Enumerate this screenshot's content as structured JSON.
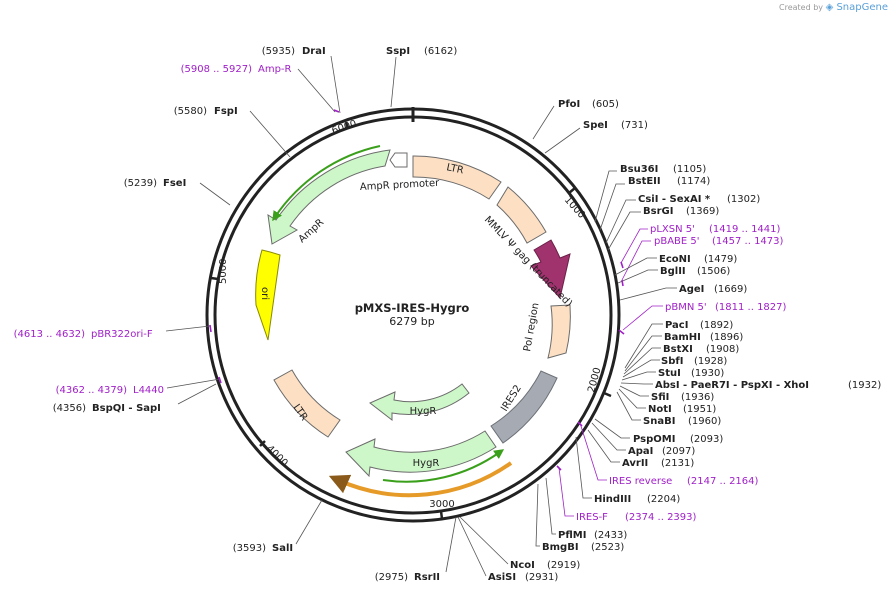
{
  "branding": {
    "created_by": "Created by",
    "app_name": "SnapGene"
  },
  "plasmid": {
    "name": "pMXS-IRES-Hygro",
    "size": "6279 bp",
    "length": 6279
  },
  "ticks": [
    "1000",
    "2000",
    "3000",
    "4000",
    "5000",
    "6000"
  ],
  "colors": {
    "backbone": "#222222",
    "feature_orange": "#fde0c4",
    "feature_green": "#cdf7c8",
    "feature_yellow": "#ffff00",
    "feature_maroon": "#a0336e",
    "feature_gray": "#a6abb3",
    "primer": "#a020c8",
    "primer_bar_green": "#3a9f1a",
    "primer_bar_orange": "#e69a28"
  },
  "features": [
    {
      "label": "LTR",
      "color": "orange"
    },
    {
      "label": "MMLV Ψ gag (truncated)",
      "color": "orange"
    },
    {
      "label": "gag (truncated)",
      "color": "maroon"
    },
    {
      "label": "Pol region",
      "color": "orange"
    },
    {
      "label": "IRES2",
      "color": "gray"
    },
    {
      "label": "HygR",
      "color": "green"
    },
    {
      "label": "HygR",
      "color": "green"
    },
    {
      "label": "LTR",
      "color": "orange"
    },
    {
      "label": "ori",
      "color": "yellow"
    },
    {
      "label": "AmpR",
      "color": "green"
    },
    {
      "label": "AmpR promoter",
      "color": "white"
    }
  ],
  "sites": [
    {
      "pos": "(5935)",
      "name": "DraI",
      "kind": "enzyme"
    },
    {
      "pos": "(5908 .. 5927)",
      "name": "Amp-R",
      "kind": "primer"
    },
    {
      "pos": "(5580)",
      "name": "FspI",
      "kind": "enzyme"
    },
    {
      "pos": "(5239)",
      "name": "FseI",
      "kind": "enzyme"
    },
    {
      "pos": "(4613 .. 4632)",
      "name": "pBR322ori-F",
      "kind": "primer"
    },
    {
      "pos": "(4362 .. 4379)",
      "name": "L4440",
      "kind": "primer"
    },
    {
      "pos": "(4356)",
      "name": "BspQI - SapI",
      "kind": "enzyme"
    },
    {
      "pos": "(3593)",
      "name": "SalI",
      "kind": "enzyme"
    },
    {
      "pos": "(2975)",
      "name": "RsrII",
      "kind": "enzyme"
    },
    {
      "name": "SspI",
      "pos": "(6162)",
      "kind": "enzyme"
    },
    {
      "name": "PfoI",
      "pos": "(605)",
      "kind": "enzyme"
    },
    {
      "name": "SpeI",
      "pos": "(731)",
      "kind": "enzyme"
    },
    {
      "name": "Bsu36I",
      "pos": "(1105)",
      "kind": "enzyme"
    },
    {
      "name": "BstEII",
      "pos": "(1174)",
      "kind": "enzyme"
    },
    {
      "name": "CsiI - SexAI *",
      "pos": "(1302)",
      "kind": "enzyme"
    },
    {
      "name": "BsrGI",
      "pos": "(1369)",
      "kind": "enzyme"
    },
    {
      "name": "pLXSN 5'",
      "pos": "(1419 .. 1441)",
      "kind": "primer"
    },
    {
      "name": "pBABE 5'",
      "pos": "(1457 .. 1473)",
      "kind": "primer"
    },
    {
      "name": "EcoNI",
      "pos": "(1479)",
      "kind": "enzyme"
    },
    {
      "name": "BglII",
      "pos": "(1506)",
      "kind": "enzyme"
    },
    {
      "name": "AgeI",
      "pos": "(1669)",
      "kind": "enzyme"
    },
    {
      "name": "pBMN 5'",
      "pos": "(1811 .. 1827)",
      "kind": "primer"
    },
    {
      "name": "PacI",
      "pos": "(1892)",
      "kind": "enzyme"
    },
    {
      "name": "BamHI",
      "pos": "(1896)",
      "kind": "enzyme"
    },
    {
      "name": "BstXI",
      "pos": "(1908)",
      "kind": "enzyme"
    },
    {
      "name": "SbfI",
      "pos": "(1928)",
      "kind": "enzyme"
    },
    {
      "name": "StuI",
      "pos": "(1930)",
      "kind": "enzyme"
    },
    {
      "name": "AbsI - PaeR7I - PspXI - XhoI",
      "pos": "(1932)",
      "kind": "enzyme"
    },
    {
      "name": "SfiI",
      "pos": "(1936)",
      "kind": "enzyme"
    },
    {
      "name": "NotI",
      "pos": "(1951)",
      "kind": "enzyme"
    },
    {
      "name": "SnaBI",
      "pos": "(1960)",
      "kind": "enzyme"
    },
    {
      "name": "PspOMI",
      "pos": "(2093)",
      "kind": "enzyme"
    },
    {
      "name": "ApaI",
      "pos": "(2097)",
      "kind": "enzyme"
    },
    {
      "name": "AvrII",
      "pos": "(2131)",
      "kind": "enzyme"
    },
    {
      "name": "IRES reverse",
      "pos": "(2147 .. 2164)",
      "kind": "primer"
    },
    {
      "name": "HindIII",
      "pos": "(2204)",
      "kind": "enzyme"
    },
    {
      "name": "IRES-F",
      "pos": "(2374 .. 2393)",
      "kind": "primer"
    },
    {
      "name": "PflMI",
      "pos": "(2433)",
      "kind": "enzyme"
    },
    {
      "name": "BmgBI",
      "pos": "(2523)",
      "kind": "enzyme"
    },
    {
      "name": "NcoI",
      "pos": "(2919)",
      "kind": "enzyme"
    },
    {
      "name": "AsiSI",
      "pos": "(2931)",
      "kind": "enzyme"
    }
  ]
}
